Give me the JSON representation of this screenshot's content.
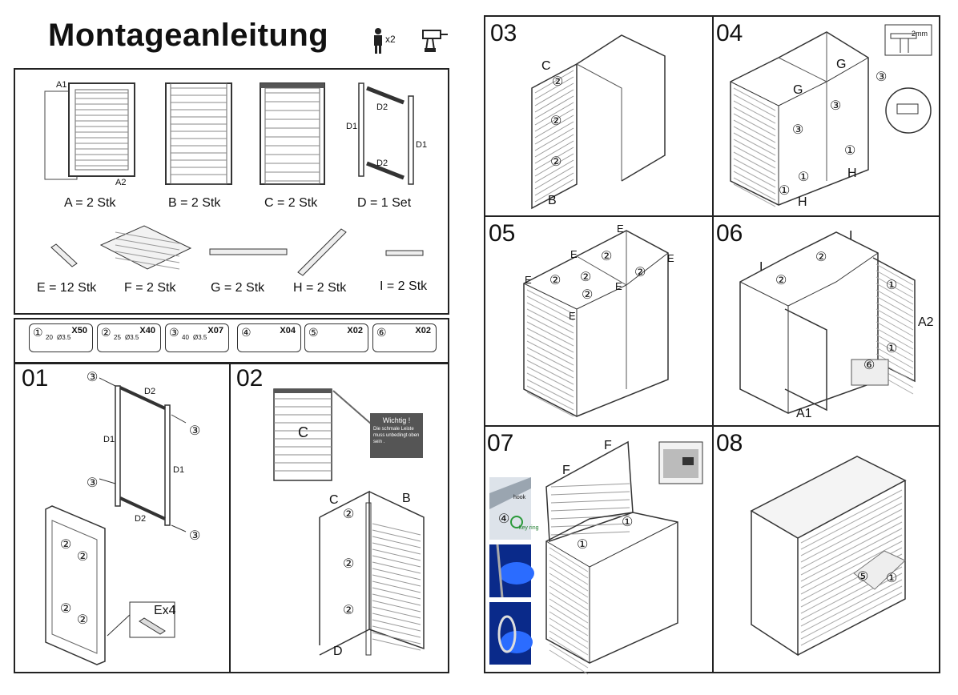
{
  "title": "Montageanleitung",
  "persons": "x2",
  "parts": [
    {
      "id": "A",
      "label": "A = 2 Stk",
      "tags": [
        "A1",
        "A2"
      ]
    },
    {
      "id": "B",
      "label": "B = 2 Stk"
    },
    {
      "id": "C",
      "label": "C = 2 Stk"
    },
    {
      "id": "D",
      "label": "D = 1 Set",
      "tags": [
        "D2",
        "D1",
        "D1",
        "D2"
      ]
    },
    {
      "id": "E",
      "label": "E = 12 Stk"
    },
    {
      "id": "F",
      "label": "F = 2 Stk"
    },
    {
      "id": "G",
      "label": "G = 2 Stk"
    },
    {
      "id": "H",
      "label": "H = 2 Stk"
    },
    {
      "id": "I",
      "label": "I = 2 Stk"
    }
  ],
  "hardware": [
    {
      "num": "①",
      "qty": "X50",
      "len": "20",
      "dia": "Ø3.5"
    },
    {
      "num": "②",
      "qty": "X40",
      "len": "25",
      "dia": "Ø3.5"
    },
    {
      "num": "③",
      "qty": "X07",
      "len": "40",
      "dia": "Ø3.5"
    },
    {
      "num": "④",
      "qty": "X04"
    },
    {
      "num": "⑤",
      "qty": "X02"
    },
    {
      "num": "⑥",
      "qty": "X02"
    }
  ],
  "steps": [
    {
      "num": "01",
      "labels": [
        "D2",
        "D1",
        "D1",
        "D2",
        "③",
        "③",
        "③",
        "③",
        "②",
        "②",
        "②",
        "②",
        "Ex4"
      ]
    },
    {
      "num": "02",
      "labels": [
        "C",
        "C",
        "B",
        "D",
        "②",
        "②",
        "②"
      ],
      "note_title": "Wichtig !",
      "note_text": "Die schmale Leiste muss unbedingt oben sein ."
    },
    {
      "num": "03",
      "labels": [
        "C",
        "B",
        "②",
        "②",
        "②"
      ]
    },
    {
      "num": "04",
      "labels": [
        "G",
        "G",
        "H",
        "H",
        "③",
        "③",
        "③",
        "①",
        "①",
        "①",
        "2mm"
      ]
    },
    {
      "num": "05",
      "labels": [
        "E",
        "E",
        "E",
        "E",
        "E",
        "E",
        "②",
        "②",
        "②",
        "②",
        "②"
      ]
    },
    {
      "num": "06",
      "labels": [
        "I",
        "I",
        "②",
        "②",
        "A2",
        "A1",
        "①",
        "①",
        "⑥"
      ]
    },
    {
      "num": "07",
      "labels": [
        "F",
        "F",
        "①",
        "①",
        "④",
        "hook",
        "key ring"
      ]
    },
    {
      "num": "08",
      "labels": [
        "⑤",
        "①"
      ]
    }
  ]
}
